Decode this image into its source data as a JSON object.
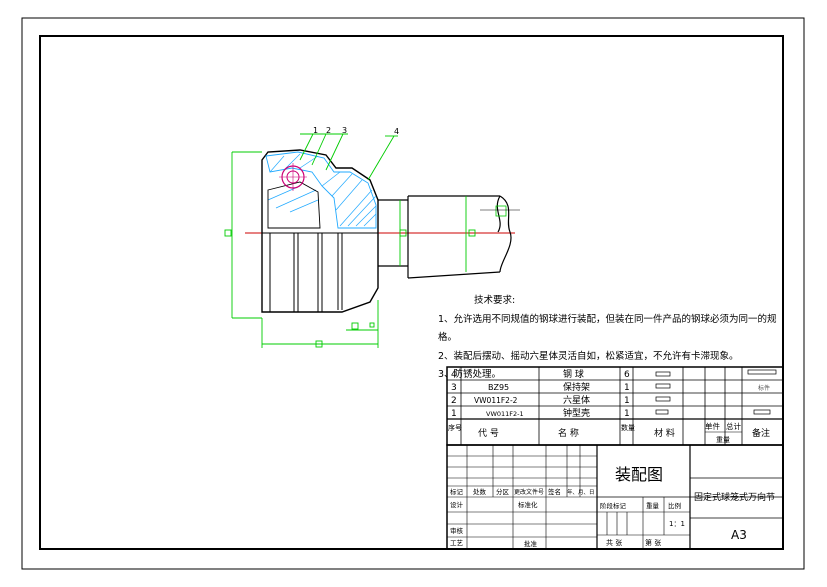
{
  "notes": {
    "heading": "技术要求:",
    "items": [
      "1、允许选用不同规值的钢球进行装配，但装在同一件产品的钢球必须为同一的规格。",
      "2、装配后摆动、摇动六星体灵活自如，松紧适宜，不允许有卡滞现象。",
      "3、防锈处理。"
    ]
  },
  "bom": {
    "rows": [
      {
        "no": "4",
        "code": "",
        "name": "钢  球",
        "qty": "6"
      },
      {
        "no": "3",
        "code": "BZ95",
        "name": "保持架",
        "qty": "1"
      },
      {
        "no": "2",
        "code": "VW011F2-2",
        "name": "六星体",
        "qty": "1"
      },
      {
        "no": "1",
        "code": "VW011F2-1",
        "name": "钟型壳",
        "qty": "1"
      }
    ],
    "header": {
      "no": "序号",
      "code": "代    号",
      "name": "名    称",
      "qty": "数量",
      "material": "材    料",
      "unit": "单件",
      "total": "总计",
      "weight": "重量",
      "remark": "备注"
    },
    "extra_label": "标件"
  },
  "title_block": {
    "title": "装配图",
    "part_name": "固定式球笼式万向节",
    "mark_label": "标记",
    "count_label": "处数",
    "zone_label": "分区",
    "change_label": "更改文件号",
    "sign_label": "签名",
    "date_label": "年、月、日",
    "design_label": "设计",
    "standard_label": "标准化",
    "stage_label": "阶段标记",
    "weight_label": "重量",
    "scale_label": "比例",
    "scale_value": "1：1",
    "audit_label": "审核",
    "process_label": "工艺",
    "approve_label": "批准",
    "sheets_label": "共  张",
    "sheet_no_label": "第  张",
    "format": "A3"
  },
  "balloons": [
    "1",
    "2",
    "3",
    "4"
  ],
  "colors": {
    "dim": "#00cc00",
    "hatch": "#22aaff",
    "ball": "#cc0077",
    "center": "#cc0000"
  }
}
